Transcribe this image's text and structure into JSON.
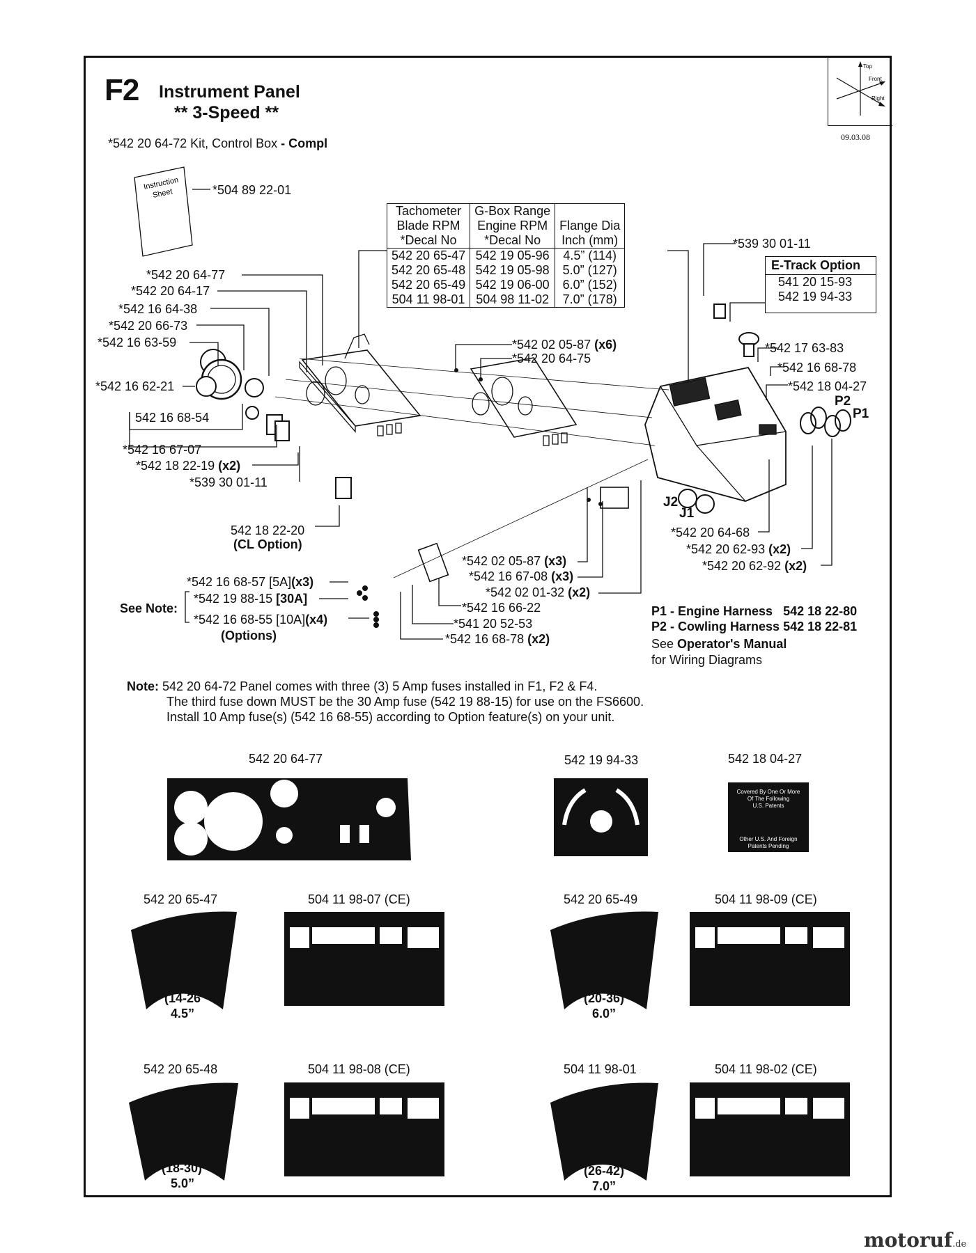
{
  "header": {
    "code": "F2",
    "title": "Instrument Panel",
    "subtitle": "** 3-Speed **",
    "date": "09.03.08",
    "orientation": {
      "top": "Top",
      "front": "Front",
      "right": "Right"
    }
  },
  "kit_label": "*542 20 64-72 Kit, Control Box",
  "kit_compl": "- Compl",
  "instruction_sheet": {
    "icon_text_1": "Instruction",
    "icon_text_2": "Sheet",
    "part": "*504 89 22-01"
  },
  "spec_table": {
    "headers": [
      [
        "Tachometer",
        "Blade RPM",
        "*Decal No"
      ],
      [
        "G-Box Range",
        "Engine RPM",
        "*Decal No"
      ],
      [
        "",
        "Flange Dia",
        "Inch (mm)"
      ]
    ],
    "rows": [
      [
        "542 20 65-47",
        "542 19 05-96",
        "4.5” (114)"
      ],
      [
        "542 20 65-48",
        "542 19 05-98",
        "5.0” (127)"
      ],
      [
        "542 20 65-49",
        "542 19 06-00",
        "6.0” (152)"
      ],
      [
        "504 11 98-01",
        "504 98 11-02",
        "7.0” (178)"
      ]
    ]
  },
  "etrack": {
    "title": "E-Track Option",
    "items": [
      "541 20 15-93",
      "542 19 94-33"
    ]
  },
  "callouts": {
    "p539_30_01_11_top": "*539 30 01-11",
    "p542_20_64_77": "*542 20 64-77",
    "p542_20_64_17": "*542 20 64-17",
    "p542_16_64_38": "*542 16 64-38",
    "p542_20_66_73": "*542 20 66-73",
    "p542_16_63_59": "*542 16 63-59",
    "p542_16_62_21": "*542 16 62-21",
    "p542_16_68_54": "542 16 68-54",
    "p542_16_67_07": "*542 16 67-07",
    "p542_18_22_19": "*542 18 22-19",
    "p542_18_22_19_qty": "(x2)",
    "p539_30_01_11_left": "*539 30 01-11",
    "p542_18_22_20": "542 18 22-20",
    "p542_18_22_20_opt": "(CL Option)",
    "p542_02_05_87_a": "*542 02 05-87",
    "p542_02_05_87_a_qty": "(x6)",
    "p542_20_64_75": "*542 20 64-75",
    "p542_17_63_83": "*542 17 63-83",
    "p542_16_68_78_r": "*542 16 68-78",
    "p542_18_04_27": "*542 18 04-27",
    "P2": "P2",
    "P1": "P1",
    "J2": "J2",
    "J1": "J1",
    "p542_20_64_68": "*542 20 64-68",
    "p542_20_62_93": "*542 20 62-93",
    "p542_20_62_93_qty": "(x2)",
    "p542_20_62_92": "*542 20 62-92",
    "p542_20_62_92_qty": "(x2)",
    "p542_02_05_87_b": "*542 02 05-87",
    "p542_02_05_87_b_qty": "(x3)",
    "p542_16_67_08": "*542 16 67-08",
    "p542_16_67_08_qty": "(x3)",
    "p542_02_01_32": "*542 02 01-32",
    "p542_02_01_32_qty": "(x2)",
    "p542_16_66_22": "*542 16 66-22",
    "p541_20_52_53": "*541 20 52-53",
    "p542_16_68_78_b": "*542 16 68-78",
    "p542_16_68_78_b_qty": "(x2)",
    "see_note": "See Note:",
    "fuse_5a": "*542 16 68-57 [5A]",
    "fuse_5a_qty": "(x3)",
    "fuse_30a": "*542 19 88-15",
    "fuse_30a_b": "[30A]",
    "fuse_10a": "*542 16 68-55 [10A]",
    "fuse_10a_qty": "(x4)",
    "options": "(Options)"
  },
  "harness": {
    "p1": "P1 - Engine Harness",
    "p1_part": "542 18 22-80",
    "p2": "P2 - Cowling Harness",
    "p2_part": "542 18 22-81",
    "see": "See",
    "manual": "Operator's Manual",
    "for": "for Wiring Diagrams"
  },
  "note": {
    "label": "Note:",
    "line1": "542 20 64-72 Panel comes with three (3) 5 Amp fuses installed in F1, F2 & F4.",
    "line2": "The third fuse down MUST be the 30 Amp fuse (542 19 88-15) for use on the FS6600.",
    "line3": "Install 10 Amp fuse(s) (542 16 68-55) according to Option feature(s) on your unit."
  },
  "decals": {
    "d1": "542 20 64-77",
    "d2": "542 19 94-33",
    "d3": "542 18 04-27",
    "d4": "542 20 65-47",
    "d5": "504 11 98-07 (CE)",
    "d6": "542 20 65-49",
    "d7": "504 11 98-09 (CE)",
    "d8": "542 20 65-48",
    "d9": "504 11 98-08 (CE)",
    "d10": "504 11 98-01",
    "d11": "504 11 98-02 (CE)",
    "r1": "(14-26",
    "r1b": "4.5”",
    "r2": "(20-36)",
    "r2b": "6.0”",
    "r3": "(18-30)",
    "r3b": "5.0”",
    "r4": "(26-42)",
    "r4b": "7.0”",
    "patent_lines": [
      "Covered By One Or More",
      "Of The Following",
      "U.S. Patents"
    ],
    "patent_foot": [
      "Other U.S. And Foreign",
      "Patents Pending"
    ]
  },
  "logo": {
    "text": "motoruf",
    "suffix": ".de"
  }
}
